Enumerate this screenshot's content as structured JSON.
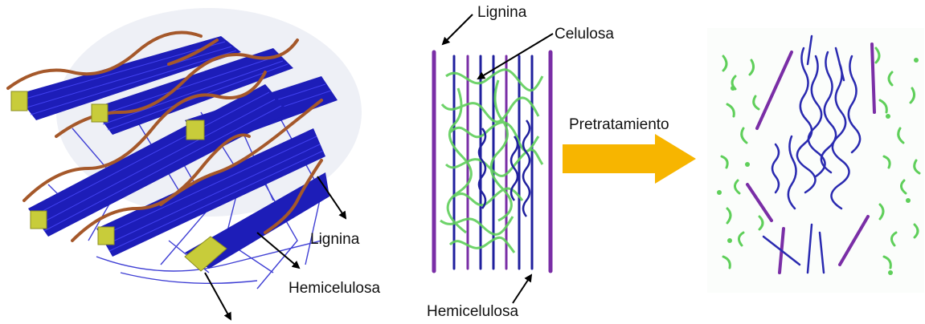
{
  "diagram": {
    "left_panel": {
      "label_lignina": "Lignina",
      "label_hemicelulosa": "Hemicelulosa"
    },
    "middle_panel": {
      "label_lignina": "Lignina",
      "label_celulosa": "Celulosa",
      "label_hemicelulosa": "Hemicelulosa"
    },
    "process_arrow": {
      "label": "Pretratamiento"
    },
    "colors": {
      "cellulose_blue": "#1f1fb8",
      "lignin_brown": "#a5582a",
      "lignin_purple": "#7a2ea6",
      "hemicellulose_green": "#5fcf5a",
      "fiber_end_yellow": "#c8cc3a",
      "arrow_orange": "#f7b500"
    }
  }
}
